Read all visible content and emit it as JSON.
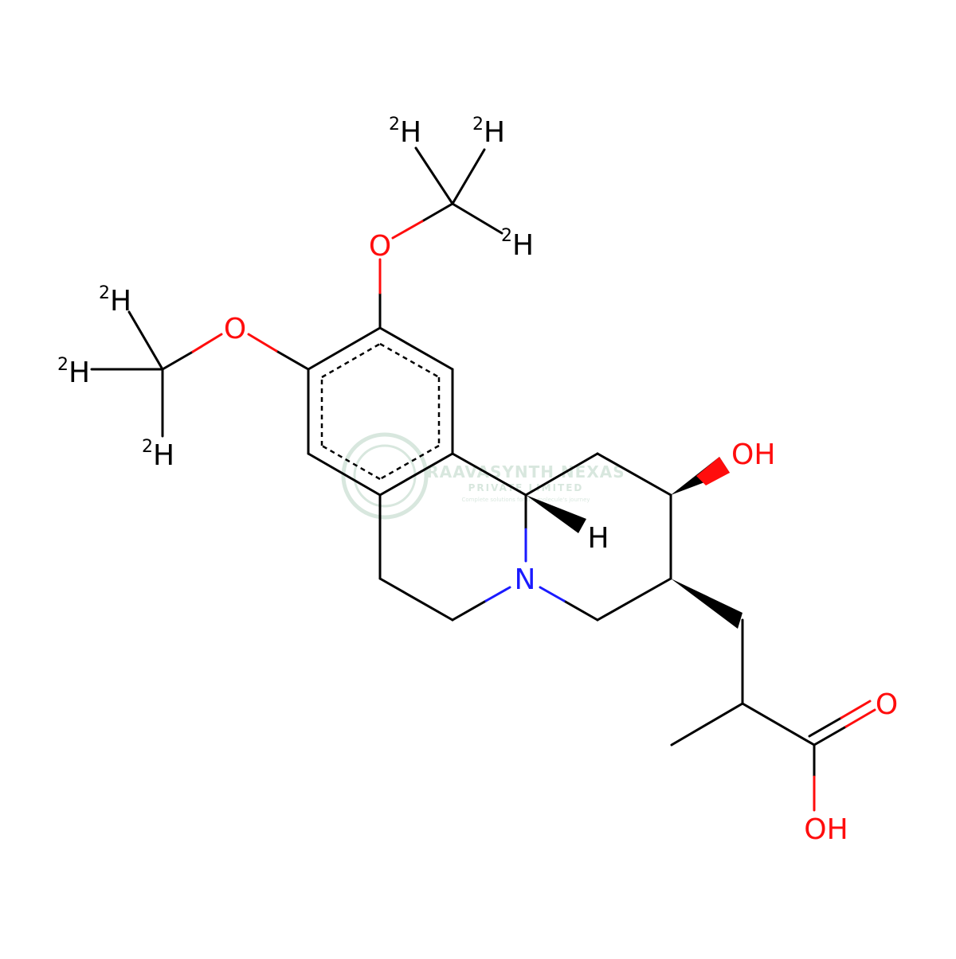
{
  "atoms": {
    "o_upper": "O",
    "o_left": "O",
    "d_upper_1": "H",
    "d_upper_2": "H",
    "d_upper_3": "H",
    "d_left_1": "H",
    "d_left_2": "H",
    "d_left_3": "H",
    "isotope": "2",
    "hydroxyl": "OH",
    "stereo_h": "H",
    "nitrogen": "N",
    "carbonyl_o": "O",
    "acid_oh": "OH"
  },
  "watermark": {
    "title": "RAAVASYNTH NEXAS",
    "subtitle": "PRIVATE LIMITED",
    "tagline": "Complete solutions for the molecule's journey"
  },
  "colors": {
    "bond": "#000000",
    "oxygen": "#ff0d0d",
    "nitrogen": "#1a1aff",
    "watermark": "#7fb58a"
  }
}
